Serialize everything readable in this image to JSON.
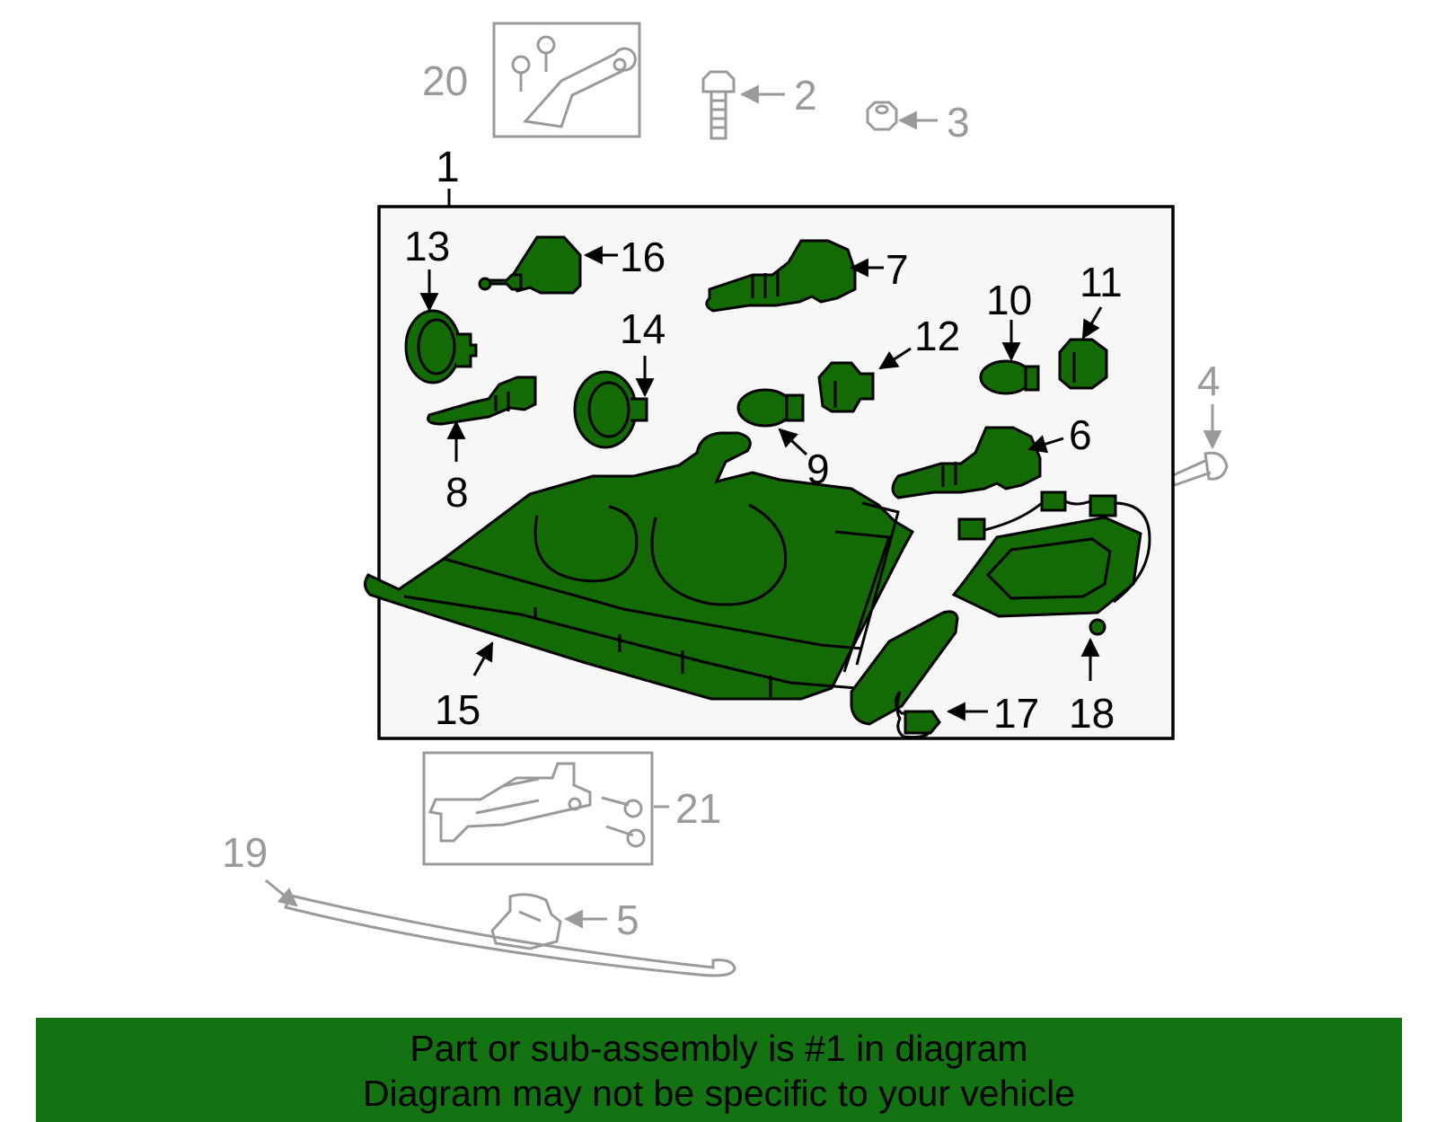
{
  "colors": {
    "highlight_fill": "#146a04",
    "outline": "#000000",
    "ghost": "#9a9a9a",
    "assembly_box_bg": "#f7f7f7",
    "banner_bg": "#137313"
  },
  "callouts": {
    "c1": "1",
    "c2": "2",
    "c3": "3",
    "c4": "4",
    "c5": "5",
    "c6": "6",
    "c7": "7",
    "c8": "8",
    "c9": "9",
    "c10": "10",
    "c11": "11",
    "c12": "12",
    "c13": "13",
    "c14": "14",
    "c15": "15",
    "c16": "16",
    "c17": "17",
    "c18": "18",
    "c19": "19",
    "c20": "20",
    "c21": "21"
  },
  "banner": {
    "line1": "Part or sub-assembly is #1 in diagram",
    "line2": "Diagram may not be specific to your vehicle"
  }
}
